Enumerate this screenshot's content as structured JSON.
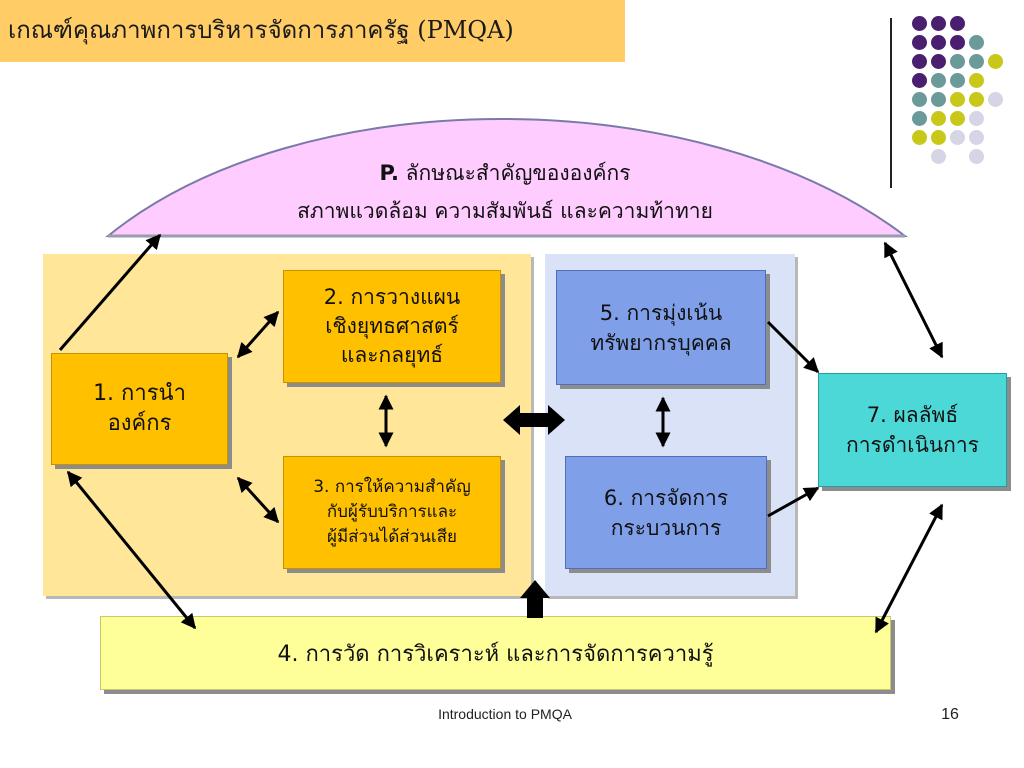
{
  "header": {
    "title": "เกณฑ์คุณภาพการบริหารจัดการภาครัฐ (PMQA)"
  },
  "profile": {
    "prefix": "P.",
    "line1": "ลักษณะสำคัญขององค์กร",
    "line2": "สภาพแวดล้อม ความสัมพันธ์ และความท้าทาย"
  },
  "categories": {
    "c1": [
      "1. การนำ",
      "องค์กร"
    ],
    "c2": [
      "2. การวางแผน",
      "เชิงยุทธศาสตร์",
      "และกลยุทธ์"
    ],
    "c3": [
      "3. การให้ความสำคัญ",
      "กับผู้รับบริการและ",
      "ผู้มีส่วนได้ส่วนเสีย"
    ],
    "c4": [
      "4. การวัด การวิเคราะห์ และการจัดการความรู้"
    ],
    "c5": [
      "5. การมุ่งเน้น",
      "ทรัพยากรบุคคล"
    ],
    "c6": [
      "6. การจัดการ",
      "กระบวนการ"
    ],
    "c7": [
      "7. ผลลัพธ์",
      "การดำเนินการ"
    ]
  },
  "colors": {
    "title_bg": "#ffcc66",
    "profile_fill": "#ffccff",
    "leadership_triad": "#ffc000",
    "results_triad": "#7f9fe8",
    "results_box": "#4dd8d8",
    "measurement_box": "#ffff99",
    "dot_purple": "#4b1f6f",
    "dot_teal": "#6b9a9a",
    "dot_olive": "#c8c81a",
    "dot_lavender": "#d5d5e5"
  },
  "footer": {
    "center": "Introduction to PMQA",
    "page": "16"
  }
}
